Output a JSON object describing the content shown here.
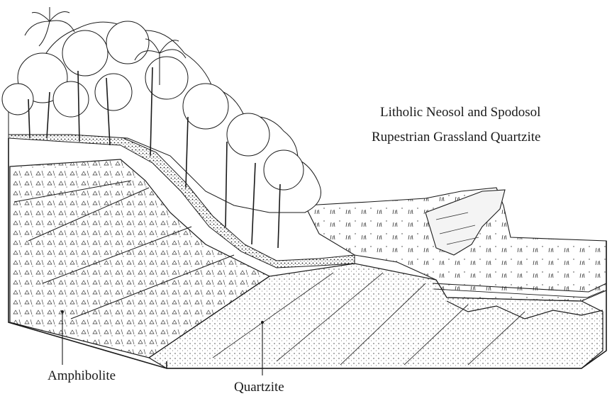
{
  "labels": {
    "soil_title": "Litholic Neosol and Spodosol",
    "vegetation_title": "Rupestrian Grassland Quartzite",
    "amphibolite": "Amphibolite",
    "quartzite": "Quartzite"
  },
  "colors": {
    "ink": "#1a1a1a",
    "paper": "#ffffff"
  }
}
